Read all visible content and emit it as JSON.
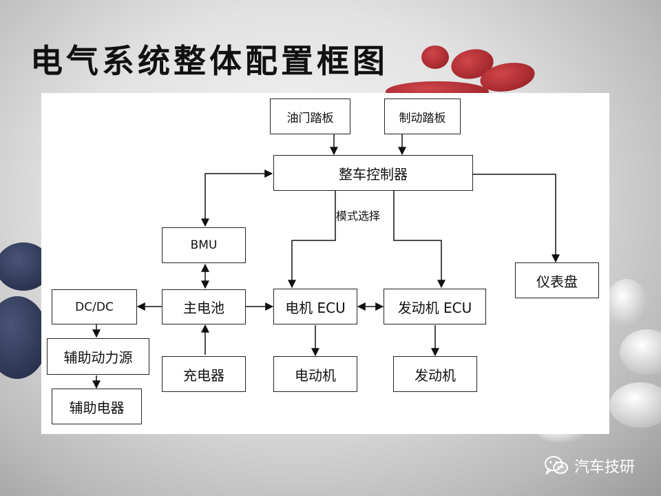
{
  "slide": {
    "title": "电气系统整体配置框图"
  },
  "diagram": {
    "nodes": {
      "throttle_pedal": "油门踏板",
      "brake_pedal": "制动踏板",
      "vehicle_controller": "整车控制器",
      "bmu": "BMU",
      "instrument_panel": "仪表盘",
      "dcdc": "DC/DC",
      "main_battery": "主电池",
      "motor_ecu": "电机 ECU",
      "engine_ecu": "发动机 ECU",
      "aux_power": "辅助动力源",
      "aux_appliance": "辅助电器",
      "charger": "充电器",
      "motor": "电动机",
      "engine": "发动机"
    },
    "edge_labels": {
      "mode_select": "模式选择"
    }
  },
  "brand": {
    "name": "汽车技研"
  },
  "colors": {
    "deco_red": "#a8242a",
    "deco_navy": "#2a3450",
    "deco_gray": "#d8d8d8"
  }
}
